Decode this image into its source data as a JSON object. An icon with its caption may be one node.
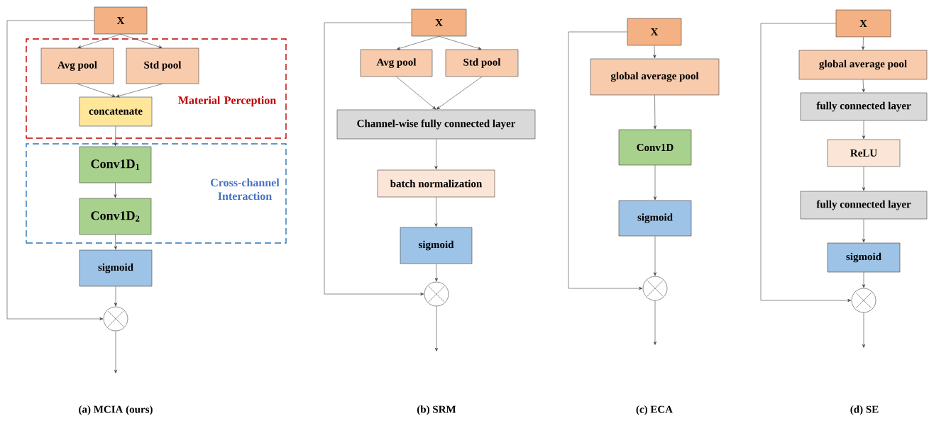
{
  "diagram": {
    "nodes": [
      {
        "text": [
          "Material Perception"
        ]
      },
      {
        "text": [
          "Cross-channel Interaction"
        ]
      },
      {
        "text": [
          "X"
        ]
      },
      {
        "text": [
          "Avg pool"
        ],
        "in": 0
      },
      {
        "text": [
          "Std pool"
        ],
        "in": 0
      },
      {
        "text": [
          "concatenate"
        ],
        "in": 0
      },
      {
        "text": [
          "Conv1D$_{1}$"
        ],
        "in": 1
      },
      {
        "text": [
          "Conv1D$_{2}$"
        ],
        "in": 1
      },
      {
        "text": [
          "sigmoid"
        ]
      },
      {
        "text": [],
        "shape": "circle"
      },
      {
        "text": [
          "X"
        ]
      },
      {
        "text": [
          "Avg pool"
        ]
      },
      {
        "text": [
          "Std pool"
        ]
      },
      {
        "text": [
          "Channel-wise fully connected layer"
        ]
      },
      {
        "text": [
          "batch normalization"
        ]
      },
      {
        "text": [
          "sigmoid"
        ]
      },
      {
        "text": [],
        "shape": "circle"
      },
      {
        "text": [
          "X"
        ]
      },
      {
        "text": [
          "global average pool"
        ]
      },
      {
        "text": [
          "Conv1D"
        ]
      },
      {
        "text": [
          "sigmoid"
        ]
      },
      {
        "text": [],
        "shape": "circle"
      },
      {
        "text": [
          "X"
        ]
      },
      {
        "text": [
          "global average pool"
        ]
      },
      {
        "text": [
          "fully connected layer"
        ]
      },
      {
        "text": [
          "ReLU"
        ]
      },
      {
        "text": [
          "fully connected layer"
        ]
      },
      {
        "text": [
          "sigmoid"
        ]
      },
      {
        "text": [],
        "shape": "circle"
      }
    ],
    "edges": [
      {
        "from": 2,
        "to": 3,
        "arrow": "to"
      },
      {
        "from": 2,
        "to": 4,
        "arrow": "to"
      },
      {
        "from": 3,
        "to": 5,
        "arrow": "to"
      },
      {
        "from": 4,
        "to": 5,
        "arrow": "to"
      },
      {
        "from": 5,
        "to": 6,
        "arrow": "to"
      },
      {
        "from": 6,
        "to": 7,
        "arrow": "to"
      },
      {
        "from": 7,
        "to": 8,
        "arrow": "to"
      },
      {
        "from": 8,
        "to": 9,
        "arrow": "to"
      },
      {
        "from": 2,
        "to": 9,
        "arrow": "to"
      },
      {
        "from": 9,
        "to": null,
        "arrow": "to"
      },
      {
        "from": 10,
        "to": 11,
        "arrow": "to"
      },
      {
        "from": 10,
        "to": 12,
        "arrow": "to"
      },
      {
        "from": 11,
        "to": 13,
        "arrow": "to"
      },
      {
        "from": 12,
        "to": 13,
        "arrow": "to"
      },
      {
        "from": 13,
        "to": 14,
        "arrow": "to"
      },
      {
        "from": 14,
        "to": 15,
        "arrow": "to"
      },
      {
        "from": 15,
        "to": 16,
        "arrow": "to"
      },
      {
        "from": 10,
        "to": 16,
        "arrow": "to"
      },
      {
        "from": 16,
        "to": null,
        "arrow": "to"
      },
      {
        "from": 17,
        "to": 18,
        "arrow": "to"
      },
      {
        "from": 18,
        "to": 19,
        "arrow": "to"
      },
      {
        "from": 19,
        "to": 20,
        "arrow": "to"
      },
      {
        "from": 20,
        "to": 21,
        "arrow": "to"
      },
      {
        "from": 17,
        "to": 21,
        "arrow": "to"
      },
      {
        "from": 21,
        "to": null,
        "arrow": "to"
      },
      {
        "from": 22,
        "to": 23,
        "arrow": "to"
      },
      {
        "from": 23,
        "to": 24,
        "arrow": "to"
      },
      {
        "from": 24,
        "to": 25,
        "arrow": "to"
      },
      {
        "from": 25,
        "to": 26,
        "arrow": "to"
      },
      {
        "from": 26,
        "to": 27,
        "arrow": "to"
      },
      {
        "from": 27,
        "to": 28,
        "arrow": "to"
      },
      {
        "from": 22,
        "to": 28,
        "arrow": "to"
      },
      {
        "from": 28,
        "to": null,
        "arrow": "to"
      }
    ],
    "labels": [
      "(a) MCIA (ours)",
      "(b) SRM",
      "(c) ECA",
      "(d) SE"
    ]
  }
}
